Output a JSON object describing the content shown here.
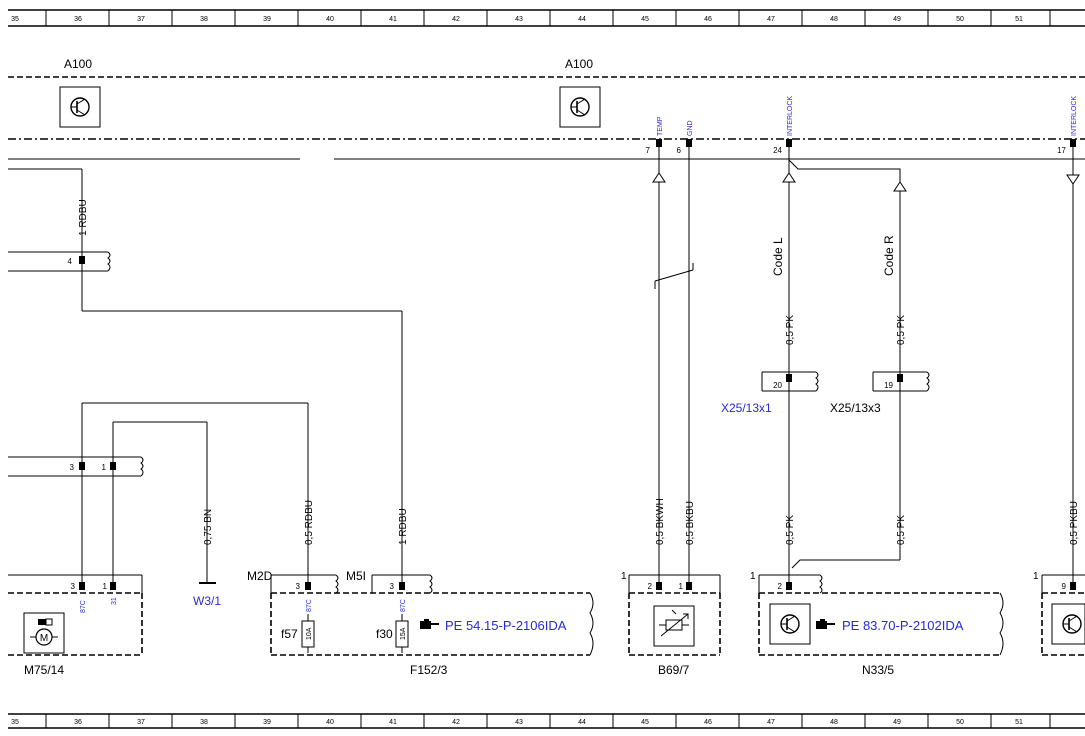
{
  "ruler": [
    "35",
    "36",
    "37",
    "38",
    "39",
    "40",
    "41",
    "42",
    "43",
    "44",
    "45",
    "46",
    "47",
    "48",
    "49",
    "50",
    "51"
  ],
  "modules": {
    "a100_left": "A100",
    "a100_right": "A100"
  },
  "a100_pins": {
    "temp": {
      "num": "7",
      "label": "TEMP"
    },
    "gnd": {
      "num": "6",
      "label": "GND"
    },
    "interlock1": {
      "num": "24",
      "label": "INTERLOCK"
    },
    "interlock2": {
      "num": "17",
      "label": "INTERLOCK"
    }
  },
  "wires": {
    "rdbu_top": "1 RDBU",
    "rdbu_f30": "1 RDBU",
    "rdbu_f57": "0,5 RDBU",
    "bn": "0,75 BN",
    "bkwh": "0,5 BKWH",
    "bkbu": "0,5 BKBU",
    "pk1_top": "0,5 PK",
    "pk2_top": "0,5 PK",
    "pk1_bottom": "0,5 PK",
    "pk2_bottom": "0,5 PK",
    "pkbu": "0,5 PKBU"
  },
  "codes": {
    "left": "Code L",
    "right": "Code R"
  },
  "connectors": {
    "c4": "4",
    "c3a": "3",
    "c1a": "1",
    "c20": "20",
    "c19": "19",
    "m75_pin3": "3",
    "m75_pin1": "1",
    "f152_m2d_pin": "3",
    "f152_m5i_pin": "3",
    "b69_pin2": "2",
    "b69_pin1": "1",
    "n33_pin2": "2",
    "far_pin9": "9",
    "b69_prefix": "1",
    "n33_prefix": "1",
    "far_prefix": "1"
  },
  "pin_codes": {
    "m75_87c": "87C",
    "m75_31": "31",
    "f152_87c_a": "87C",
    "f152_87c_b": "87C"
  },
  "splices": {
    "x25_13x1": "X25/13x1",
    "x25_13x3": "X25/13x3"
  },
  "ground": "W3/1",
  "fuses": {
    "f57": {
      "name": "f57",
      "rating": "10A"
    },
    "f30": {
      "name": "f30",
      "rating": "15A"
    },
    "m2d": "M2D",
    "m5i": "M5I"
  },
  "components": {
    "m75": "M75/14",
    "f152": "F152/3",
    "b69": "B69/7",
    "n33": "N33/5"
  },
  "references": {
    "f152": "PE 54.15-P-2106IDA",
    "n33": "PE 83.70-P-2102IDA"
  },
  "icons": {
    "transistor": "transistor-icon",
    "motor": "motor-icon",
    "sensor": "temperature-sensor-icon",
    "pointer": "pointing-hand-icon"
  }
}
